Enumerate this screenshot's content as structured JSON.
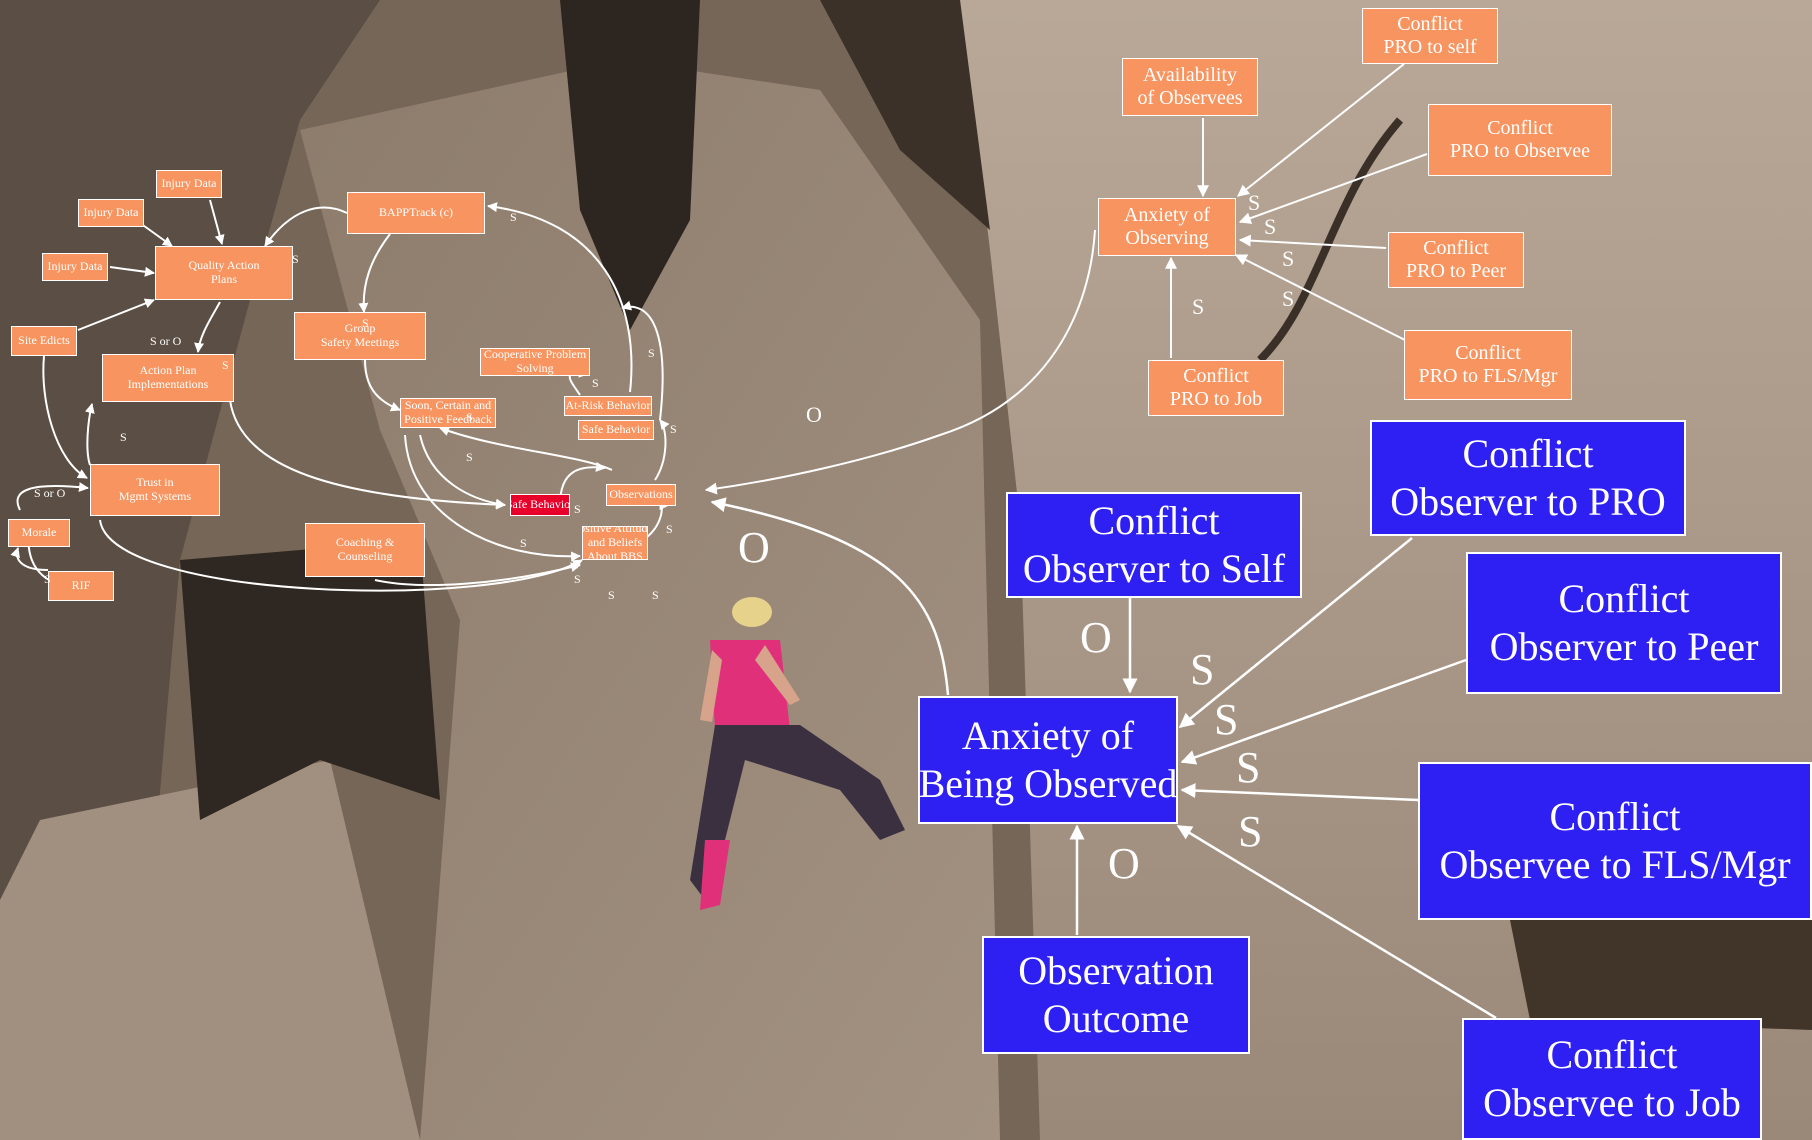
{
  "colors": {
    "orange_node": "#f7945f",
    "red_node": "#e8002a",
    "blue_node": "#2e1ff2",
    "wire": "#ffffff",
    "rock_light": "#b4a393",
    "rock_dark": "#2d2520",
    "climber_shirt": "#e0307a"
  },
  "background": {
    "subject": "rock-climber-on-cliff-photo"
  },
  "small_map": {
    "nodes": {
      "injury_data_top": "Injury Data",
      "injury_data_left": "Injury Data",
      "injury_data_low": "Injury Data",
      "quality_action_plans": [
        "Quality Action",
        "Plans"
      ],
      "bapptrack": "BAPPTrack (c)",
      "site_edicts": "Site Edicts",
      "group_safety_meetings": [
        "Group",
        "Safety Meetings"
      ],
      "action_plan_implementations": [
        "Action Plan",
        "Implementations"
      ],
      "cooperative_problem_solving": [
        "Cooperative Problem",
        "Solving"
      ],
      "soon_certain_positive": [
        "Soon, Certain and",
        "Positive Feedback"
      ],
      "at_risk_behavior": "At-Risk Behavior",
      "safe_behavior_top": "Safe Behavior",
      "trust_in_mgmt": [
        "Trust in",
        "Mgmt Systems"
      ],
      "safe_behavior_red": "Safe Behavior",
      "observations": "Observations",
      "morale": "Morale",
      "coaching_counseling": [
        "Coaching &",
        "Counseling"
      ],
      "positive_attitudes": [
        "Positive Attitudes",
        "and Beliefs",
        "About BBS"
      ],
      "rif": "RIF"
    },
    "labels": [
      "S",
      "S",
      "S or O",
      "S",
      "S",
      "S",
      "S or O",
      "S",
      "S",
      "S",
      "S",
      "S",
      "S",
      "S",
      "S",
      "S",
      "S",
      "S",
      "S"
    ]
  },
  "mid_map": {
    "nodes": {
      "availability_of_observees": [
        "Availability",
        "of Observees"
      ],
      "conflict_pro_to_self": [
        "Conflict",
        "PRO to self"
      ],
      "conflict_pro_to_observee": [
        "Conflict",
        "PRO to Observee"
      ],
      "anxiety_of_observing": [
        "Anxiety of",
        "Observing"
      ],
      "conflict_pro_to_peer": [
        "Conflict",
        "PRO to Peer"
      ],
      "conflict_pro_to_job": [
        "Conflict",
        "PRO to Job"
      ],
      "conflict_pro_to_fls_mgr": [
        "Conflict",
        "PRO to FLS/Mgr"
      ]
    },
    "labels": [
      "S",
      "S",
      "S",
      "S",
      "S",
      "O"
    ]
  },
  "main_map": {
    "nodes": {
      "conflict_observer_to_self": [
        "Conflict",
        "Observer to Self"
      ],
      "conflict_observer_to_pro": [
        "Conflict",
        "Observer to PRO"
      ],
      "conflict_observer_to_peer": [
        "Conflict",
        "Observer to Peer"
      ],
      "anxiety_of_being_observed": [
        "Anxiety of",
        "Being Observed"
      ],
      "conflict_observee_to_fls_mgr": [
        "Conflict",
        "Observee to FLS/Mgr"
      ],
      "observation_outcome": [
        "Observation",
        "Outcome"
      ],
      "conflict_observee_to_job": [
        "Conflict",
        "Observee to Job"
      ]
    },
    "labels": [
      "O",
      "O",
      "S",
      "S",
      "S",
      "S",
      "O"
    ]
  }
}
